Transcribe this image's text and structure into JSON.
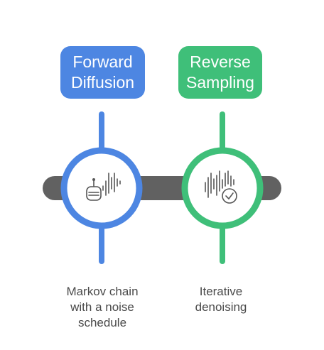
{
  "stages": [
    {
      "id": "forward",
      "title_line1": "Forward",
      "title_line2": "Diffusion",
      "caption": [
        "Markov chain",
        "with a noise",
        "schedule"
      ],
      "icon": "robot-soundwave-icon",
      "color": "#4d86e2"
    },
    {
      "id": "reverse",
      "title_line1": "Reverse",
      "title_line2": "Sampling",
      "caption": [
        "Iterative",
        "denoising"
      ],
      "icon": "soundwave-check-icon",
      "color": "#3fbf79"
    }
  ],
  "colors": {
    "bar": "#616161",
    "forward": "#4d86e2",
    "reverse": "#3fbf79",
    "text": "#4a4a4a"
  }
}
